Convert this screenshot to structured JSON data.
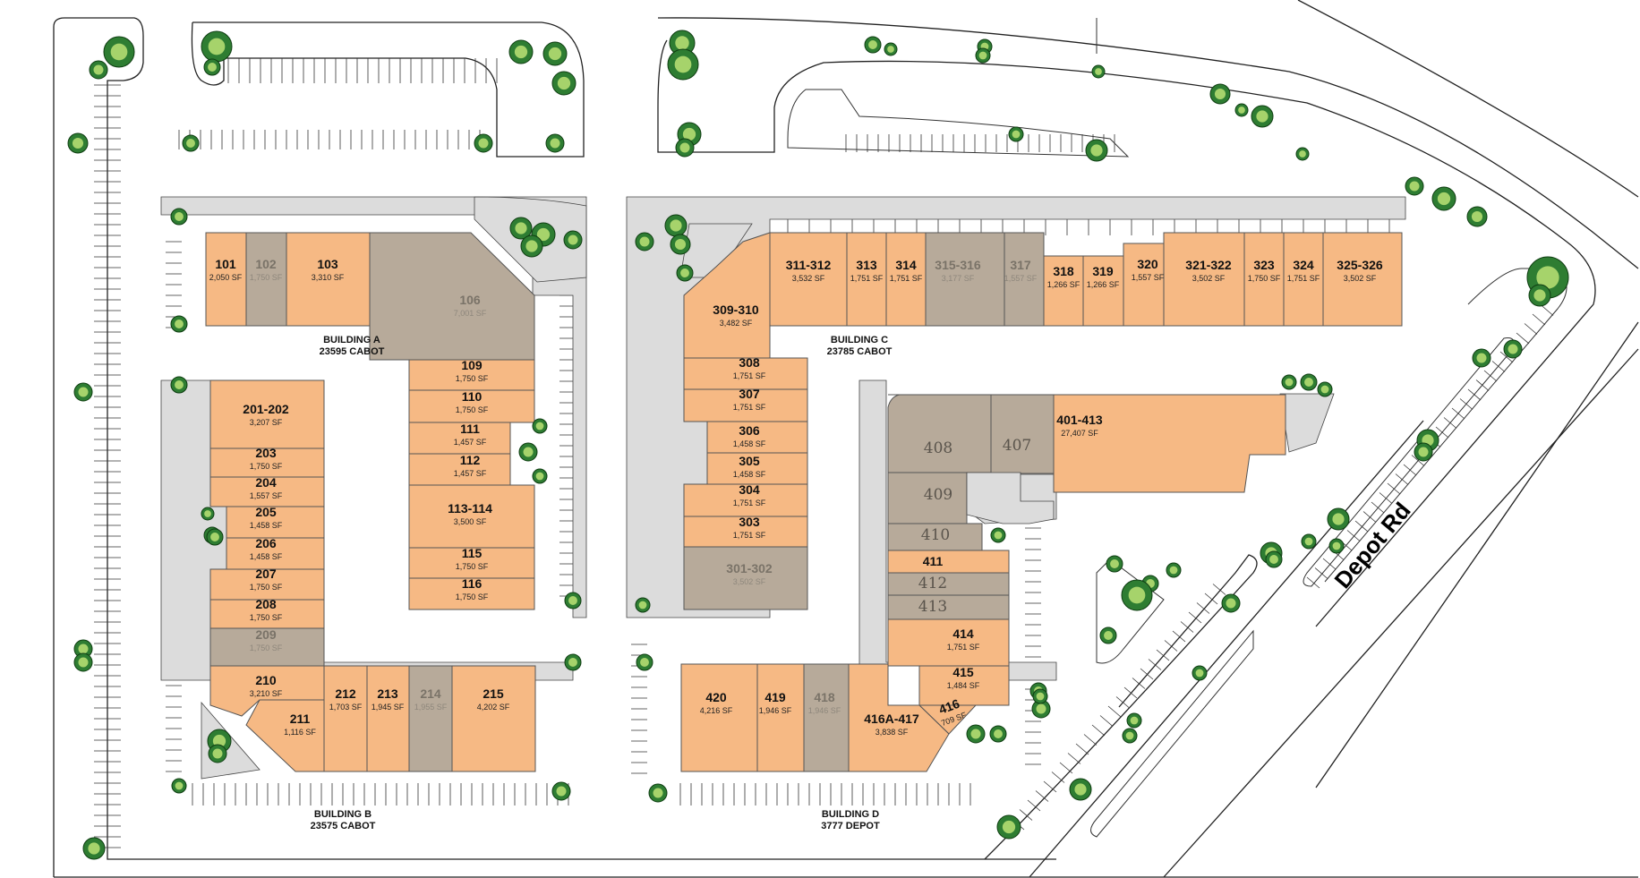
{
  "street_label": "Depot Rd",
  "buildings": [
    {
      "id": "a",
      "name": "BUILDING A",
      "address": "23595 CABOT"
    },
    {
      "id": "b",
      "name": "BUILDING B",
      "address": "23575 CABOT"
    },
    {
      "id": "c",
      "name": "BUILDING C",
      "address": "23785 CABOT"
    },
    {
      "id": "d",
      "name": "BUILDING D",
      "address": "3777 DEPOT"
    }
  ],
  "units": [
    {
      "unit": "101",
      "sf": "2,050 SF",
      "status": "available"
    },
    {
      "unit": "102",
      "sf": "1,750 SF",
      "status": "leased"
    },
    {
      "unit": "103",
      "sf": "3,310 SF",
      "status": "available"
    },
    {
      "unit": "106",
      "sf": "7,001 SF",
      "status": "leased"
    },
    {
      "unit": "109",
      "sf": "1,750 SF",
      "status": "available"
    },
    {
      "unit": "110",
      "sf": "1,750 SF",
      "status": "available"
    },
    {
      "unit": "111",
      "sf": "1,457 SF",
      "status": "available"
    },
    {
      "unit": "112",
      "sf": "1,457 SF",
      "status": "available"
    },
    {
      "unit": "113-114",
      "sf": "3,500 SF",
      "status": "available"
    },
    {
      "unit": "115",
      "sf": "1,750 SF",
      "status": "available"
    },
    {
      "unit": "116",
      "sf": "1,750 SF",
      "status": "available"
    },
    {
      "unit": "201-202",
      "sf": "3,207 SF",
      "status": "available"
    },
    {
      "unit": "203",
      "sf": "1,750 SF",
      "status": "available"
    },
    {
      "unit": "204",
      "sf": "1,557 SF",
      "status": "available"
    },
    {
      "unit": "205",
      "sf": "1,458 SF",
      "status": "available"
    },
    {
      "unit": "206",
      "sf": "1,458 SF",
      "status": "available"
    },
    {
      "unit": "207",
      "sf": "1,750 SF",
      "status": "available"
    },
    {
      "unit": "208",
      "sf": "1,750 SF",
      "status": "available"
    },
    {
      "unit": "209",
      "sf": "1,750 SF",
      "status": "leased"
    },
    {
      "unit": "210",
      "sf": "3,210 SF",
      "status": "available"
    },
    {
      "unit": "211",
      "sf": "1,116 SF",
      "status": "available"
    },
    {
      "unit": "212",
      "sf": "1,703 SF",
      "status": "available"
    },
    {
      "unit": "213",
      "sf": "1,945 SF",
      "status": "available"
    },
    {
      "unit": "214",
      "sf": "1,955 SF",
      "status": "leased"
    },
    {
      "unit": "215",
      "sf": "4,202 SF",
      "status": "available"
    },
    {
      "unit": "301-302",
      "sf": "3,502 SF",
      "status": "leased"
    },
    {
      "unit": "303",
      "sf": "1,751 SF",
      "status": "available"
    },
    {
      "unit": "304",
      "sf": "1,751 SF",
      "status": "available"
    },
    {
      "unit": "305",
      "sf": "1,458 SF",
      "status": "available"
    },
    {
      "unit": "306",
      "sf": "1,458 SF",
      "status": "available"
    },
    {
      "unit": "307",
      "sf": "1,751 SF",
      "status": "available"
    },
    {
      "unit": "308",
      "sf": "1,751 SF",
      "status": "available"
    },
    {
      "unit": "309-310",
      "sf": "3,482 SF",
      "status": "available"
    },
    {
      "unit": "311-312",
      "sf": "3,532 SF",
      "status": "available"
    },
    {
      "unit": "313",
      "sf": "1,751 SF",
      "status": "available"
    },
    {
      "unit": "314",
      "sf": "1,751 SF",
      "status": "available"
    },
    {
      "unit": "315-316",
      "sf": "3,177 SF",
      "status": "leased"
    },
    {
      "unit": "317",
      "sf": "1,557 SF",
      "status": "leased"
    },
    {
      "unit": "318",
      "sf": "1,266 SF",
      "status": "available"
    },
    {
      "unit": "319",
      "sf": "1,266 SF",
      "status": "available"
    },
    {
      "unit": "320",
      "sf": "1,557 SF",
      "status": "available"
    },
    {
      "unit": "321-322",
      "sf": "3,502 SF",
      "status": "available"
    },
    {
      "unit": "323",
      "sf": "1,750 SF",
      "status": "available"
    },
    {
      "unit": "324",
      "sf": "1,751 SF",
      "status": "available"
    },
    {
      "unit": "325-326",
      "sf": "3,502 SF",
      "status": "available"
    },
    {
      "unit": "401-413",
      "sf": "27,407 SF",
      "status": "available"
    },
    {
      "unit": "407",
      "sf": "",
      "status": "leased"
    },
    {
      "unit": "408",
      "sf": "",
      "status": "leased"
    },
    {
      "unit": "409",
      "sf": "",
      "status": "leased"
    },
    {
      "unit": "410",
      "sf": "",
      "status": "leased"
    },
    {
      "unit": "411",
      "sf": "",
      "status": "available"
    },
    {
      "unit": "412",
      "sf": "",
      "status": "leased"
    },
    {
      "unit": "413",
      "sf": "",
      "status": "leased"
    },
    {
      "unit": "414",
      "sf": "1,751 SF",
      "status": "available"
    },
    {
      "unit": "415",
      "sf": "1,484 SF",
      "status": "available"
    },
    {
      "unit": "416",
      "sf": "709 SF",
      "status": "available"
    },
    {
      "unit": "416A-417",
      "sf": "3,838 SF",
      "status": "available"
    },
    {
      "unit": "418",
      "sf": "1,946 SF",
      "status": "leased"
    },
    {
      "unit": "419",
      "sf": "1,946 SF",
      "status": "available"
    },
    {
      "unit": "420",
      "sf": "4,216 SF",
      "status": "available"
    }
  ],
  "colors": {
    "available": "#f6b984",
    "leased": "#b7aa9a",
    "tree": "#2e7d32",
    "walkway": "#dcdcdc"
  }
}
